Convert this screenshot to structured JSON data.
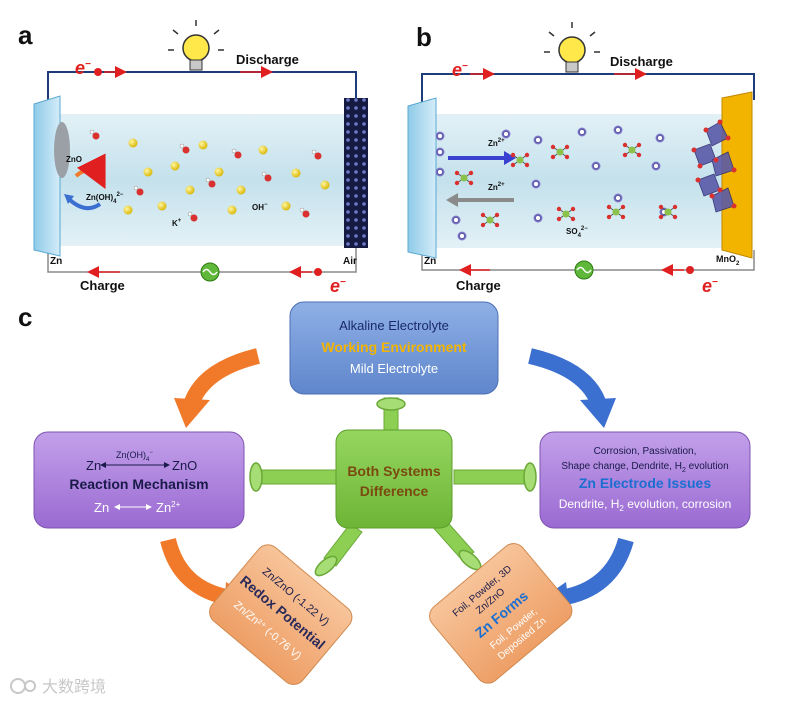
{
  "panel_a": {
    "letter": "a",
    "electron": "e",
    "electron_sup": "−",
    "discharge": "Discharge",
    "charge": "Charge",
    "anode": "Zn",
    "cathode": "Air",
    "zno": "ZnO",
    "zincate": "Zn(OH)",
    "zincate_sub": "4",
    "zincate_sup": "2−",
    "k_ion": "K",
    "k_sup": "+",
    "oh_ion": "OH",
    "oh_sup": "−"
  },
  "panel_b": {
    "letter": "b",
    "electron": "e",
    "electron_sup": "−",
    "discharge": "Discharge",
    "charge": "Charge",
    "anode": "Zn",
    "cathode": "MnO",
    "cathode_sub": "2",
    "zn_ion_top": "Zn",
    "zn_ion_top_sup": "2+",
    "zn_ion_bottom": "Zn",
    "zn_ion_bottom_sup": "2+",
    "so4": "SO",
    "so4_sub": "4",
    "so4_sup": "2−"
  },
  "panel_c": {
    "letter": "c",
    "top_box": {
      "line1": "Alkaline Electrolyte",
      "line2": "Working Environment",
      "line3": "Mild Electrolyte"
    },
    "center_box": {
      "line1": "Both Systems",
      "line2": "Difference"
    },
    "left_box": {
      "reaction_top_left": "Zn",
      "reaction_top_mid": "Zn(OH)",
      "reaction_top_mid_sub": "4",
      "reaction_top_mid_sup": "−",
      "reaction_top_right": "ZnO",
      "title": "Reaction Mechanism",
      "reaction_bottom_left": "Zn",
      "reaction_bottom_right": "Zn",
      "reaction_bottom_right_sup": "2+"
    },
    "right_box": {
      "line1": "Corrosion, Passivation,",
      "line2_a": "Shape change, Dendrite, H",
      "line2_sub": "2",
      "line2_b": " evolution",
      "title": "Zn Electrode Issues",
      "line3_a": "Dendrite, H",
      "line3_sub": "2",
      "line3_b": " evolution, corrosion"
    },
    "bottom_left_box": {
      "line1": "Zn/ZnO (-1.22 V)",
      "title": "Redox Potential",
      "line3": "Zn/Zn²⁺ (-0.76 V)"
    },
    "bottom_right_box": {
      "line1": "Foil, Powder, 3D",
      "line2": "Zn/ZnO",
      "title": "Zn Forms",
      "line4": "Foil, Powder,",
      "line5": "Deposited Zn"
    }
  },
  "watermark": "大数跨境",
  "colors": {
    "electrolyte": "#cfe6ef",
    "electrode_zn": "#b9dff3",
    "mno2": "#f3b400",
    "wire": "#1f3c7a",
    "top_box": "#6f97d8",
    "center_box": "#7cc243",
    "side_box": "#a97bd8",
    "bottom_box": "#f2b080",
    "arrow_orange": "#f07a2a",
    "arrow_blue": "#3b6fd0",
    "title_orange": "#f2b400",
    "title_blue": "#1a6fd0",
    "center_text": "#7a4a10"
  }
}
